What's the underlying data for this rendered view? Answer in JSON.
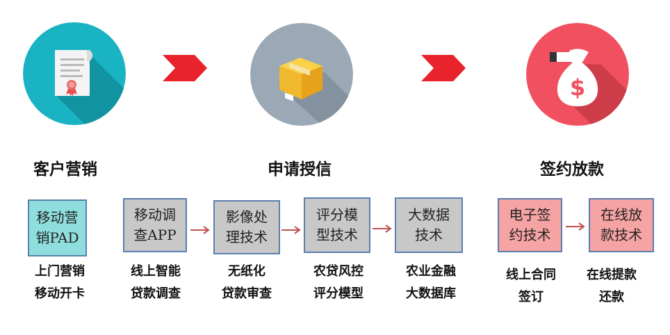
{
  "stages": [
    {
      "title": "客户营销",
      "icon": "certificate-icon",
      "color": "#1ab3c4"
    },
    {
      "title": "申请授信",
      "icon": "package-box-icon",
      "color": "#9aa9b5"
    },
    {
      "title": "签约放款",
      "icon": "money-bag-icon",
      "color": "#f0505f"
    }
  ],
  "money_symbol": "$",
  "arrow_color": "#e8232c",
  "boxes": [
    {
      "label_line1": "移动营",
      "label_line2": "销PAD",
      "desc_line1": "上门营销",
      "desc_line2": "移动开卡",
      "color": "#8fdede"
    },
    {
      "label_line1": "移动调",
      "label_line2": "查APP",
      "desc_line1": "线上智能",
      "desc_line2": "贷款调查",
      "color": "#c8c8c8"
    },
    {
      "label_line1": "影像处",
      "label_line2": "理技术",
      "desc_line1": "无纸化",
      "desc_line2": "贷款审查",
      "color": "#c8c8c8"
    },
    {
      "label_line1": "评分模",
      "label_line2": "型技术",
      "desc_line1": "农贷风控",
      "desc_line2": "评分模型",
      "color": "#c8c8c8"
    },
    {
      "label_line1": "大数据",
      "label_line2": "技术",
      "desc_line1": "农业金融",
      "desc_line2": "大数据库",
      "color": "#c8c8c8"
    },
    {
      "label_line1": "电子签",
      "label_line2": "约技术",
      "desc_line1": "线上合同",
      "desc_line2": "签订",
      "color": "#f5a3a3"
    },
    {
      "label_line1": "在线放",
      "label_line2": "款技术",
      "desc_line1": "在线提款",
      "desc_line2": "还款",
      "color": "#f5a3a3"
    }
  ]
}
